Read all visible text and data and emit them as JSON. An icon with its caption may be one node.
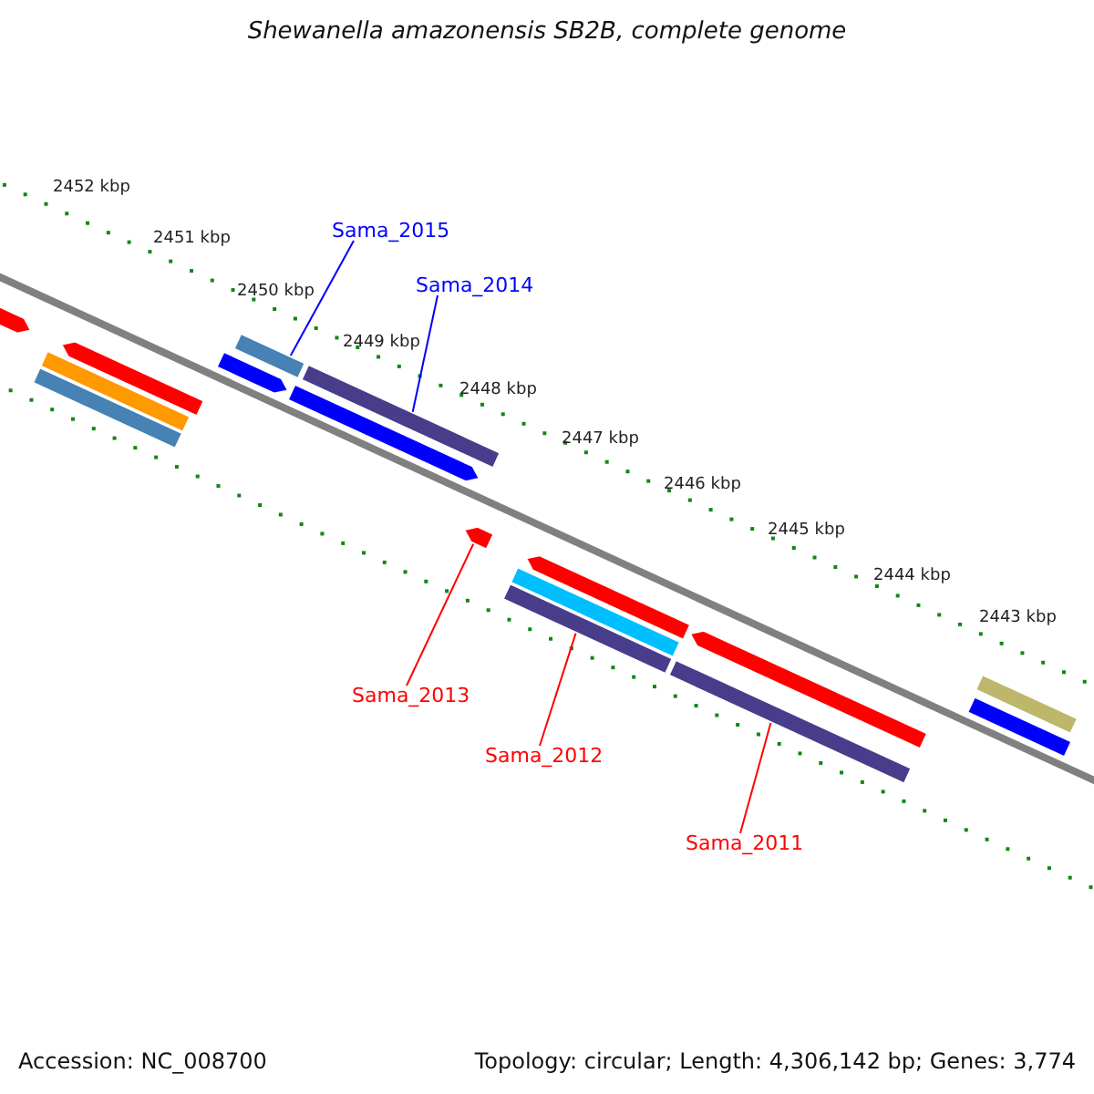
{
  "diagram": {
    "title": "Shewanella amazonensis SB2B, complete genome",
    "nodes": [
      {
        "text": [
          "Sama_2015"
        ]
      },
      {
        "text": [],
        "shape": "bar"
      },
      {
        "text": [
          "Sama_2014"
        ]
      },
      {
        "text": [],
        "shape": "bar"
      },
      {
        "text": [
          "Sama_2013"
        ]
      },
      {
        "text": [],
        "shape": "bar"
      },
      {
        "text": [
          "Sama_2012"
        ]
      },
      {
        "text": [],
        "shape": "bar"
      },
      {
        "text": [
          "Sama_2011"
        ]
      },
      {
        "text": [],
        "shape": "bar"
      },
      {
        "text": [],
        "shape": "bar"
      },
      {
        "text": [],
        "shape": "bar"
      },
      {
        "text": [],
        "shape": "bar"
      },
      {
        "text": [],
        "shape": "bar"
      },
      {
        "text": [],
        "shape": "bar"
      },
      {
        "text": [],
        "shape": "bar"
      },
      {
        "text": [],
        "shape": "bar"
      },
      {
        "text": [],
        "shape": "bar"
      },
      {
        "text": [],
        "shape": "bar"
      },
      {
        "text": [],
        "shape": "bar"
      },
      {
        "text": [],
        "shape": "bar"
      }
    ],
    "edges": [
      {
        "from": 0,
        "to": 1,
        "arrow": "none",
        "color": "#0000ff"
      },
      {
        "from": 2,
        "to": 3,
        "arrow": "none",
        "color": "#0000ff"
      },
      {
        "from": 4,
        "to": 5,
        "arrow": "none"
      },
      {
        "from": 6,
        "to": 7,
        "arrow": "none"
      },
      {
        "from": 8,
        "to": 9,
        "arrow": "none"
      }
    ],
    "labels": [
      "2452 kbp",
      "2451 kbp",
      "2450 kbp",
      "2449 kbp",
      "2448 kbp",
      "2447 kbp",
      "2446 kbp",
      "2445 kbp",
      "2444 kbp",
      "2443 kbp",
      "Accession: NC_008700",
      "Topology: circular; Length: 4,306,142 bp; Genes: 3,774"
    ]
  }
}
